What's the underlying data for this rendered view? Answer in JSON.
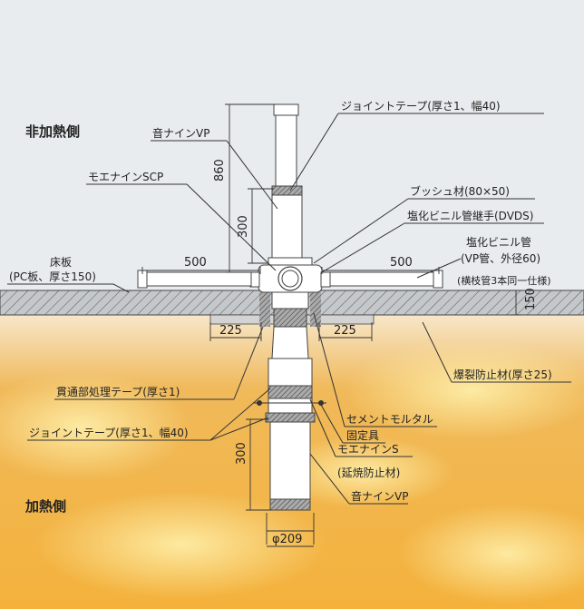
{
  "sides": {
    "non_heated": "非加熱側",
    "heated": "加熱側"
  },
  "labels": {
    "joint_tape_top": "ジョイントテープ(厚さ1、幅40)",
    "oto_nine_vp_top": "音ナインVP",
    "moe_nine_scp": "モエナインSCP",
    "bush_material": "ブッシュ材(80×50)",
    "pvc_fitting": "塩化ビニル管継手(DVDS)",
    "pvc_pipe_line1": "塩化ビニル管",
    "pvc_pipe_line2": "(VP管、外径60)",
    "pvc_pipe_line3": "(横枝管3本同一仕様)",
    "floor_line1": "床板",
    "floor_line2": "(PC板、厚さ150)",
    "spall_protection": "爆裂防止材(厚さ25)",
    "penetration_tape": "貫通部処理テープ(厚さ1)",
    "cement_mortar": "セメントモルタル",
    "fixture": "固定具",
    "joint_tape_bottom": "ジョイントテープ(厚さ1、幅40)",
    "moe_nine_s": "モエナインS",
    "fire_stop": "(延焼防止材)",
    "oto_nine_vp_bottom": "音ナインVP"
  },
  "dimensions": {
    "d860": "860",
    "d300_top": "300",
    "d500_left": "500",
    "d500_right": "500",
    "d150": "150",
    "d225_left": "225",
    "d225_right": "225",
    "d300_bottom": "300",
    "phi209": "φ209"
  },
  "colors": {
    "non_heated_bg": "#e9ecee",
    "heated_bg": "#f2b54a",
    "slab": "#c9cdd0",
    "pipe_fill": "#ffffff",
    "stroke": "#333333"
  }
}
